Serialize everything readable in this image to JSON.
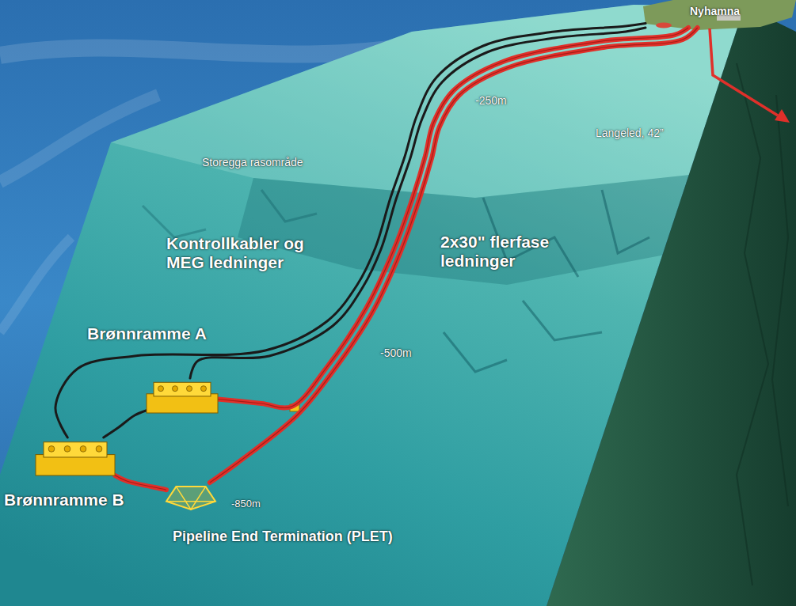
{
  "diagram": {
    "nodes": [
      {
        "text": [
          "Nyhamna"
        ]
      },
      {
        "text": [
          "Brønnramme A"
        ]
      },
      {
        "text": [
          "Brønnramme B"
        ]
      },
      {
        "text": [
          "Pipeline End Termination (PLET)"
        ]
      }
    ],
    "edges": [
      {
        "from": 2,
        "to": 3,
        "arrow": "none"
      },
      {
        "from": 3,
        "to": 0,
        "arrow": "none"
      },
      {
        "from": 1,
        "to": 0,
        "arrow": "none"
      },
      {
        "from": 0,
        "to": 1,
        "arrow": "none"
      },
      {
        "from": 0,
        "to": 2,
        "arrow": "none"
      },
      {
        "from": 1,
        "to": 2,
        "arrow": "none"
      }
    ],
    "labels": [
      "Storegga rasområde",
      "-250m",
      "Langeled, 42”",
      "Kontrollkabler og MEG ledninger",
      "2x30\" flerfase ledninger",
      "-500m",
      "-850m"
    ]
  }
}
